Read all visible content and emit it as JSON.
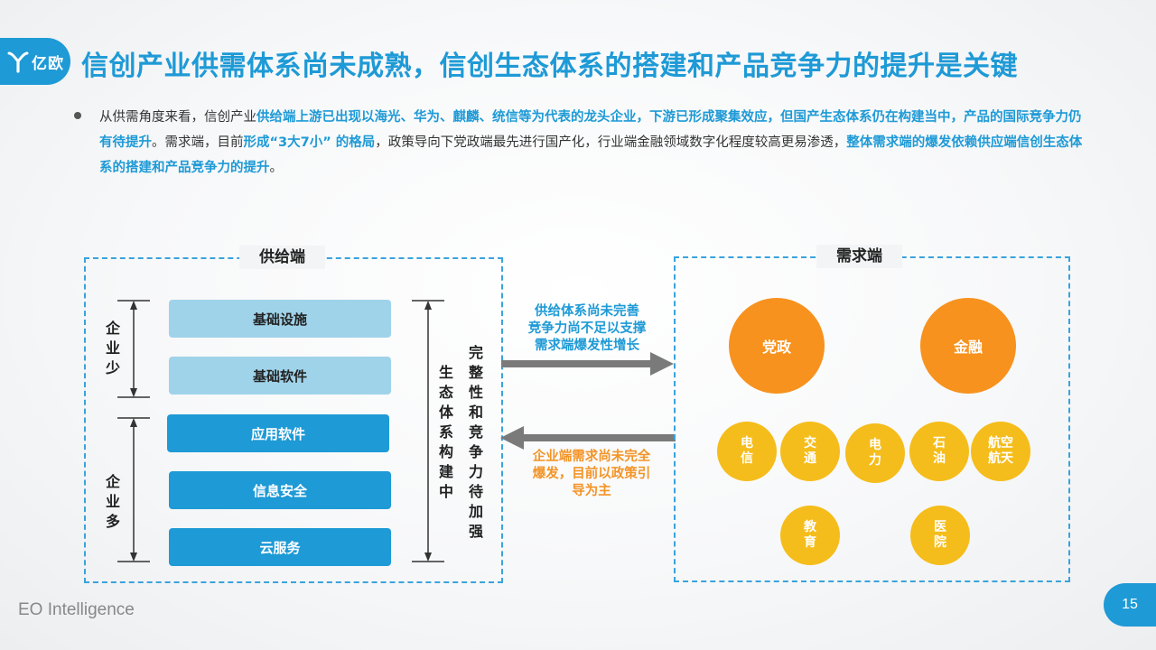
{
  "logo": {
    "text": "亿欧",
    "icon": "y-logo-icon"
  },
  "title": "信创产业供需体系尚未成熟，信创生态体系的搭建和产品竞争力的提升是关键",
  "bullet": {
    "p1": "从供需角度来看，信创产业",
    "h1": "供给端上游已出现以海光、华为、麒麟、统信等为代表的龙头企业，下游已形成聚集效应，但国产生态体系仍在构建当中，产品的国际竞争力仍有待提升",
    "p2": "。需求端，目前",
    "h2": "形成“3大7小” 的格局",
    "p3": "，政策导向下党政端最先进行国产化，行业端金融领域数字化程度较高更易渗透，",
    "h3": "整体需求端的爆发依赖供应端信创生态体系的搭建和产品竞争力的提升",
    "p4": "。"
  },
  "supply": {
    "label": "供给端",
    "layers": [
      "基础设施",
      "基础软件",
      "应用软件",
      "信息安全",
      "云服务"
    ],
    "few": [
      "企",
      "业",
      "少"
    ],
    "many": [
      "企",
      "业",
      "多"
    ],
    "eco": [
      "生",
      "态",
      "体",
      "系",
      "构",
      "建",
      "中"
    ],
    "comp": [
      "完",
      "整",
      "性",
      "和",
      "竞",
      "争",
      "力",
      "待",
      "加",
      "强"
    ]
  },
  "arrows": {
    "right": [
      "供给体系尚未完善",
      "竞争力尚不足以支撑",
      "需求端爆发性增长"
    ],
    "left": [
      "企业端需求尚未完全",
      "爆发，目前以政策引",
      "导为主"
    ]
  },
  "demand": {
    "label": "需求端",
    "big": [
      "党政",
      "金融"
    ],
    "small": [
      [
        "电",
        "信"
      ],
      [
        "交",
        "通"
      ],
      [
        "电",
        "力"
      ],
      [
        "石",
        "油"
      ],
      [
        "航空",
        "航天"
      ],
      [
        "教",
        "育"
      ],
      [
        "医",
        "院"
      ]
    ]
  },
  "colors": {
    "primary": "#1e9ad6",
    "light": "#9fd3ea",
    "orange": "#f7921e",
    "yellow": "#f5bd1b",
    "orange_text": "#f39427"
  },
  "footer": {
    "brand": "EO Intelligence",
    "page": "15"
  }
}
